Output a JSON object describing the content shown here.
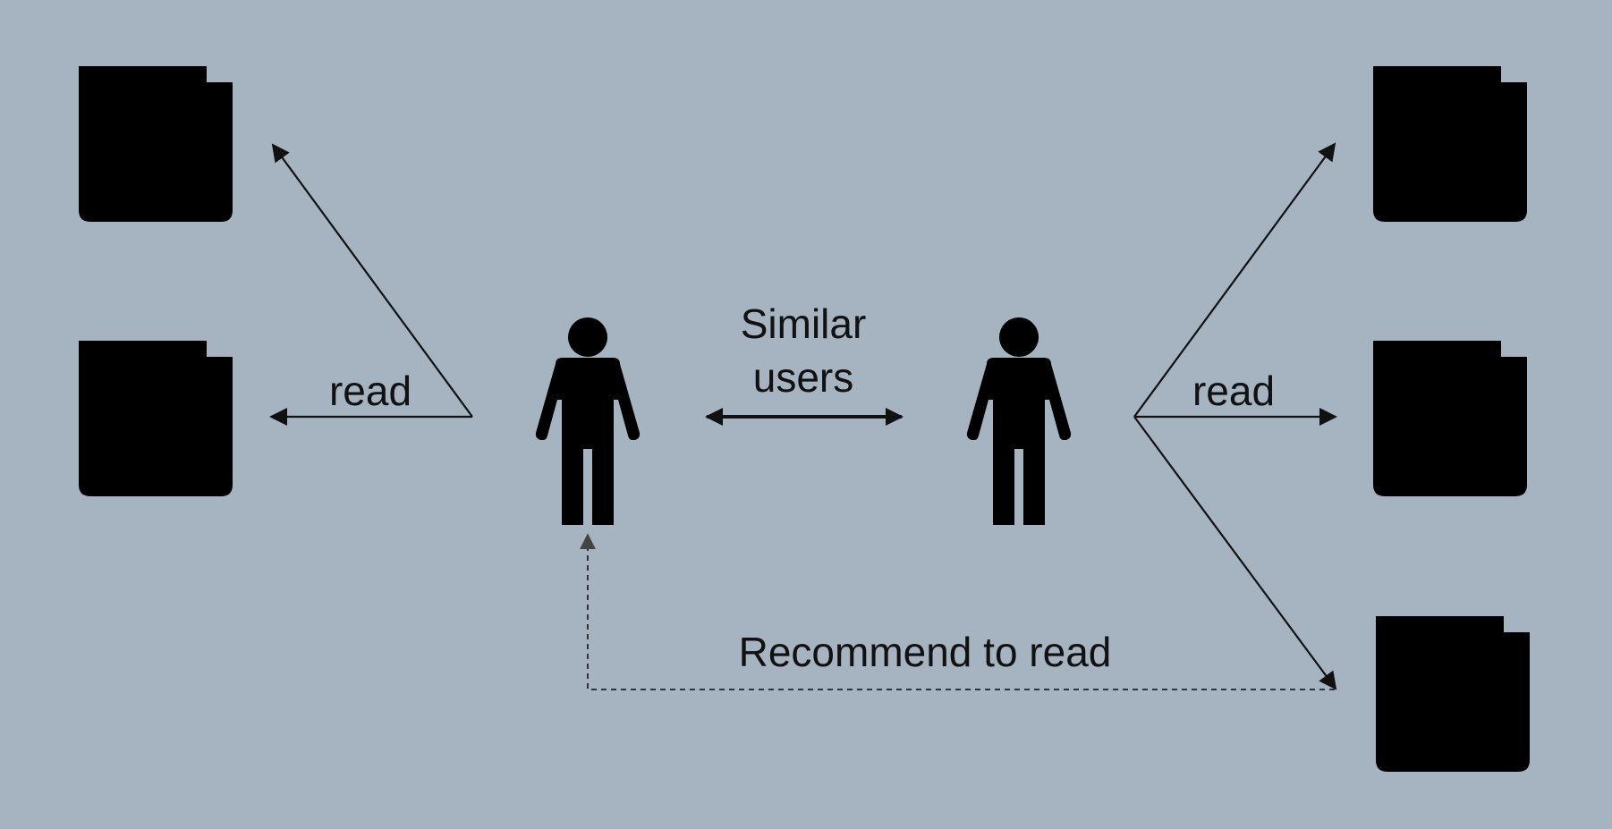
{
  "labels": {
    "read_left": "read",
    "read_right": "read",
    "similar_line1": "Similar",
    "similar_line2": "users",
    "recommend": "Recommend to read"
  },
  "colors": {
    "background": "#a6b3c1",
    "person_fill": "#a9a9a9",
    "newspaper_stroke": "#e2e2e2",
    "arrow": "#111111"
  },
  "icons": {
    "person": "person-icon",
    "newspaper": "newspaper-icon"
  }
}
